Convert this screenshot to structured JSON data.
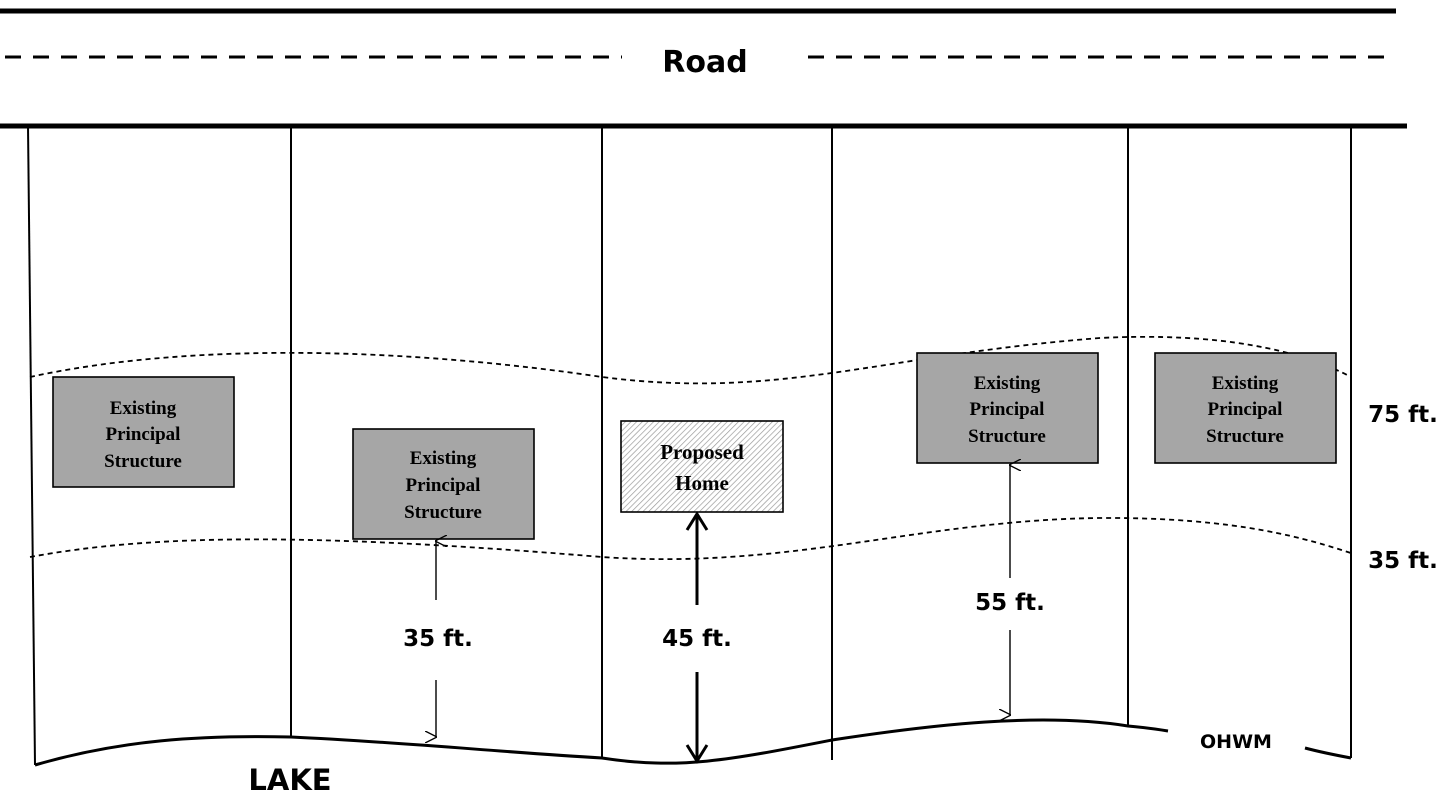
{
  "road": {
    "label": "Road"
  },
  "setback_labels": {
    "upper": "75 ft.",
    "lower": "35 ft."
  },
  "structures": [
    {
      "line1": "Existing",
      "line2": "Principal",
      "line3": "Structure"
    },
    {
      "line1": "Existing",
      "line2": "Principal",
      "line3": "Structure"
    },
    {
      "line1": "Proposed",
      "line2": "Home",
      "line3": ""
    },
    {
      "line1": "Existing",
      "line2": "Principal",
      "line3": "Structure"
    },
    {
      "line1": "Existing",
      "line2": "Principal",
      "line3": "Structure"
    }
  ],
  "distances": {
    "lot2": "35 ft.",
    "lot3": "45 ft.",
    "lot4": "55 ft."
  },
  "ohwm": "OHWM",
  "lake": "LAKE",
  "colors": {
    "existing_fill": "#a6a6a6",
    "line": "#000000",
    "hatch": "#9a9a9a",
    "background": "#ffffff"
  }
}
